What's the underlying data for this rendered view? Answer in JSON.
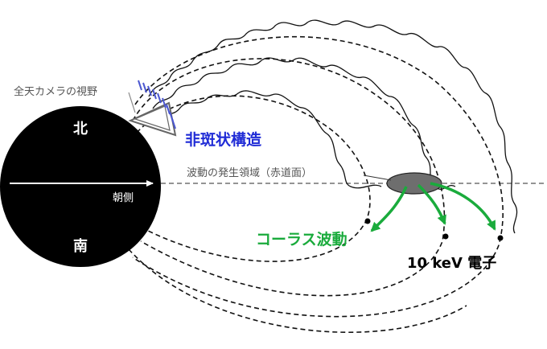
{
  "labels": {
    "north": "北",
    "south": "南",
    "dawn_side": "朝側",
    "camera_fov": "全天カメラの視野",
    "non_patchy": "非斑状構造",
    "wave_region": "波動の発生領域（赤道面）",
    "chorus": "コーラス波動",
    "electrons": "10 keV 電子"
  },
  "colors": {
    "earth": "#000000",
    "chorus_green": "#1aab3c",
    "structure_blue": "#1f2bd6",
    "fov_blue": "#4b57d0",
    "region_gray": "#6e6e6e",
    "label_gray": "#555555"
  },
  "icons": {
    "earth": "black-circle",
    "camera": "fov-cone"
  }
}
